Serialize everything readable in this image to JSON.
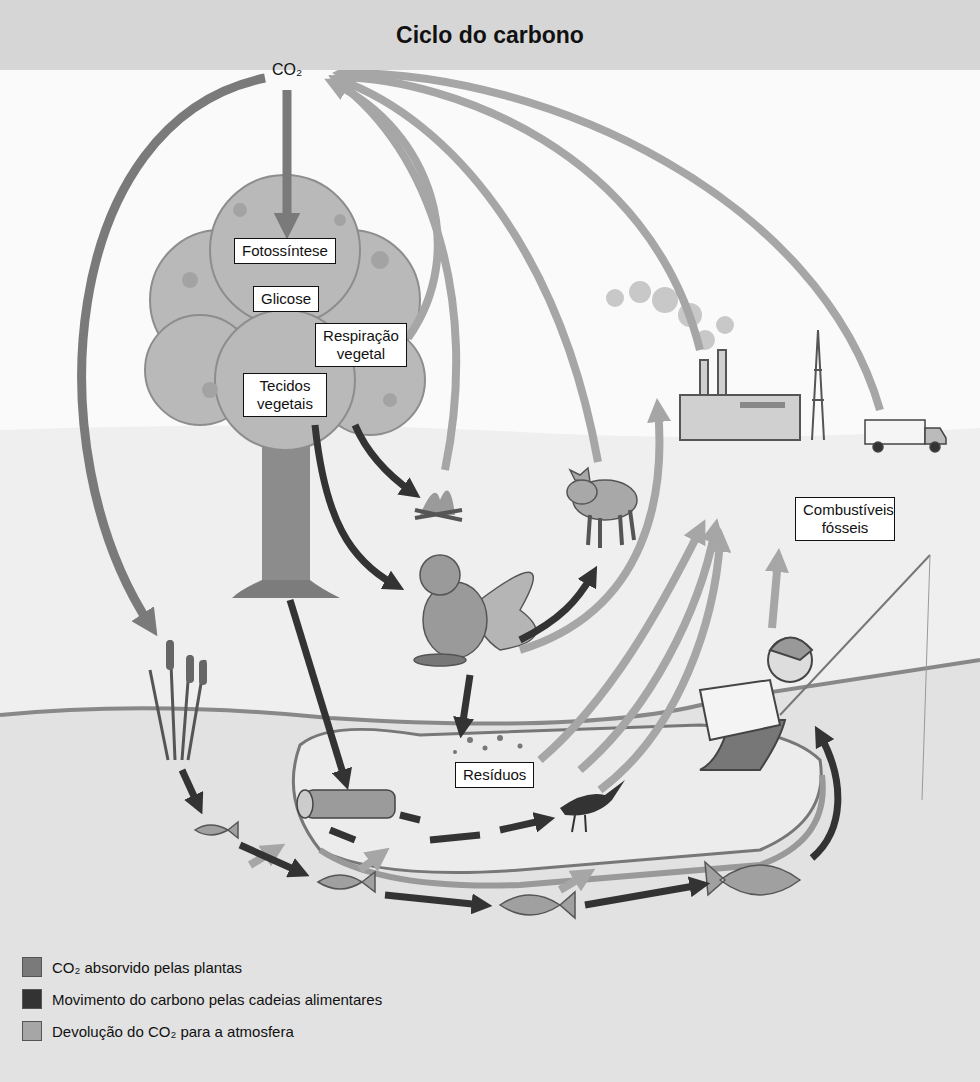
{
  "diagram": {
    "title": "Ciclo do carbono",
    "nodes": [
      {
        "text": [
          "Fotossíntese"
        ]
      },
      {
        "text": [
          "Glicose"
        ]
      },
      {
        "text": [
          "Respiração vegetal"
        ]
      },
      {
        "text": [
          "Tecidos vegetais"
        ]
      },
      {
        "text": [
          "Combustíveis fósseis"
        ]
      },
      {
        "text": [
          "Resíduos"
        ]
      }
    ],
    "labels": [
      "CO₂"
    ],
    "legend": [
      {
        "text": "CO₂ absorvido pelas plantas",
        "color": "#7a7a7a"
      },
      {
        "text": "Movimento do carbono pelas cadeias alimentares",
        "color": "#333333"
      },
      {
        "text": "Devolução do CO₂ para a atmosfera",
        "color": "#a6a6a6"
      }
    ]
  }
}
